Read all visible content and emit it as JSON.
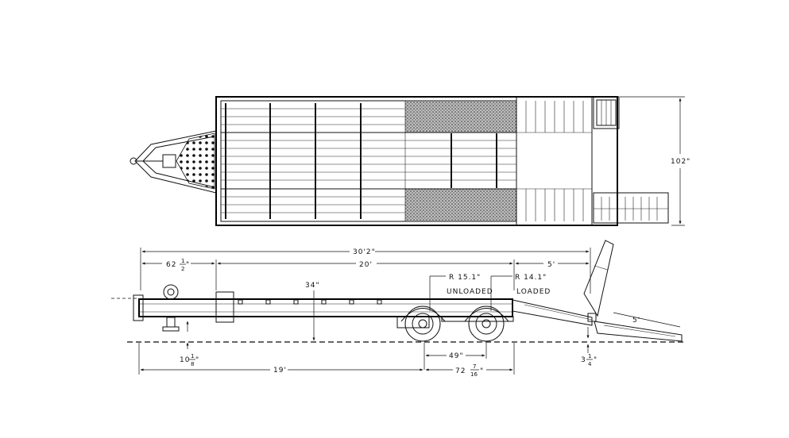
{
  "dimensions": {
    "width_top": "102\"",
    "overall_length": "30'2\"",
    "tongue_length": "62",
    "tongue_fraction": {
      "num": "1",
      "den": "2"
    },
    "tongue_unit": "\"",
    "deck_length": "20'",
    "dovetail_length": "5'",
    "ramp_length": "5'",
    "deck_height": "34\"",
    "radius_unloaded": "R 15.1\"",
    "radius_loaded": "R 14.1\"",
    "label_unloaded": "UNLOADED",
    "label_loaded": "LOADED",
    "axle_spread": "49\"",
    "hitch_to_axle": "19'",
    "axle_to_rear": "72",
    "axle_to_rear_fraction": {
      "num": "7",
      "den": "16"
    },
    "axle_to_rear_unit": "\"",
    "jack_height": "10",
    "jack_fraction": {
      "num": "1",
      "den": "8"
    },
    "jack_unit": "\"",
    "rear_clearance": "3",
    "rear_clearance_fraction": {
      "num": "1",
      "den": "4"
    },
    "rear_clearance_unit": "\""
  }
}
